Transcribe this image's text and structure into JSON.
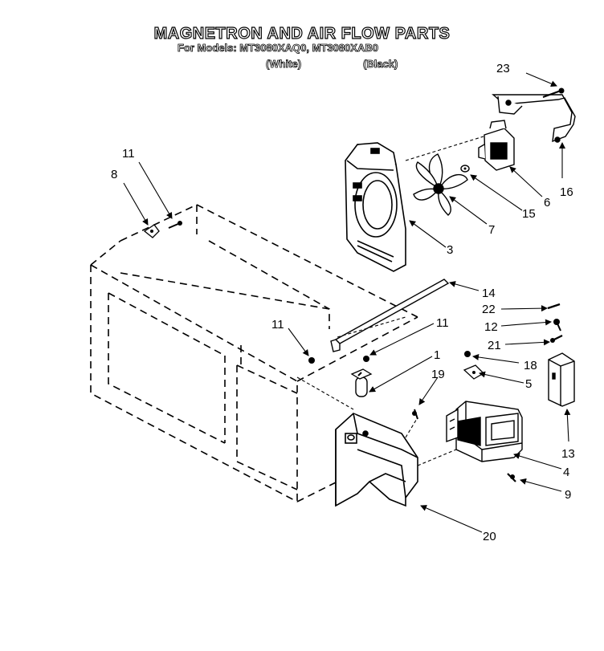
{
  "header": {
    "title": "MAGNETRON AND AIR FLOW PARTS",
    "models_line": "For Models: MT3080XAQ0, MT3080XAB0",
    "color_white": "(White)",
    "color_black": "(Black)"
  },
  "callouts": {
    "c1": "1",
    "c3": "3",
    "c4": "4",
    "c5": "5",
    "c6": "6",
    "c7": "7",
    "c8": "8",
    "c9": "9",
    "c11a": "11",
    "c11b": "11",
    "c11c": "11",
    "c12": "12",
    "c13": "13",
    "c14": "14",
    "c15": "15",
    "c16": "16",
    "c18": "18",
    "c19": "19",
    "c20": "20",
    "c21": "21",
    "c22": "22",
    "c23": "23"
  },
  "parts": [
    {
      "id": "magnetron",
      "callout": "4"
    },
    {
      "id": "thermal-cutout",
      "callout": "5"
    },
    {
      "id": "fan-motor",
      "callout": "6"
    },
    {
      "id": "fan-blade",
      "callout": "7"
    },
    {
      "id": "air-duct",
      "callout": "3"
    },
    {
      "id": "air-guide",
      "callout": "20"
    },
    {
      "id": "bracket",
      "callout": "16"
    },
    {
      "id": "cover",
      "callout": "13"
    }
  ]
}
